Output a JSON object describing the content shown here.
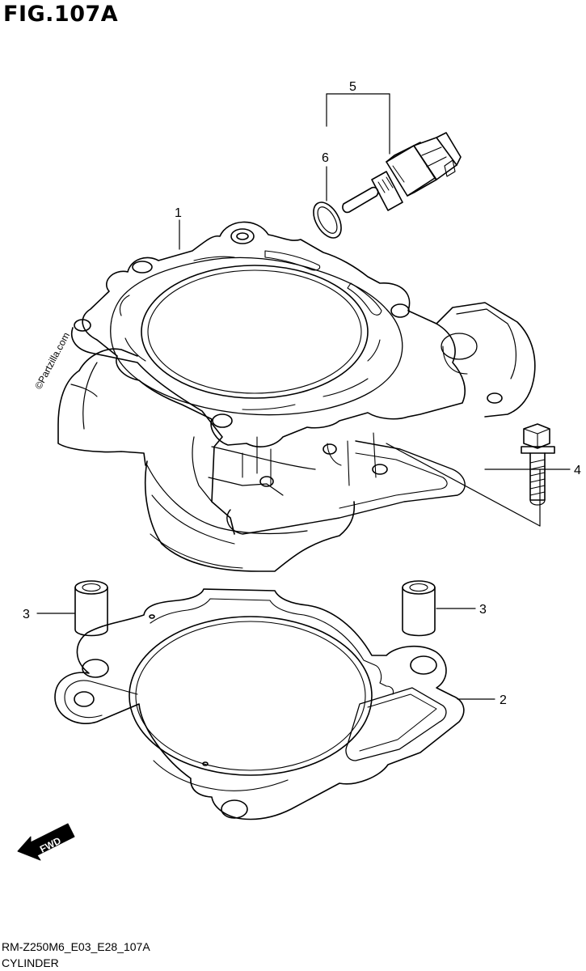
{
  "figure": {
    "title": "FIG.107A",
    "code": "RM-Z250M6_E03_E28_107A",
    "name": "CYLINDER",
    "watermark": "©Partzilla.com",
    "fwd_label": "FWD"
  },
  "callouts": [
    {
      "id": "1",
      "label": "1"
    },
    {
      "id": "2",
      "label": "2"
    },
    {
      "id": "3a",
      "label": "3"
    },
    {
      "id": "3b",
      "label": "3"
    },
    {
      "id": "4",
      "label": "4"
    },
    {
      "id": "5",
      "label": "5"
    },
    {
      "id": "6",
      "label": "6"
    }
  ],
  "colors": {
    "line": "#000000",
    "background": "#ffffff"
  }
}
